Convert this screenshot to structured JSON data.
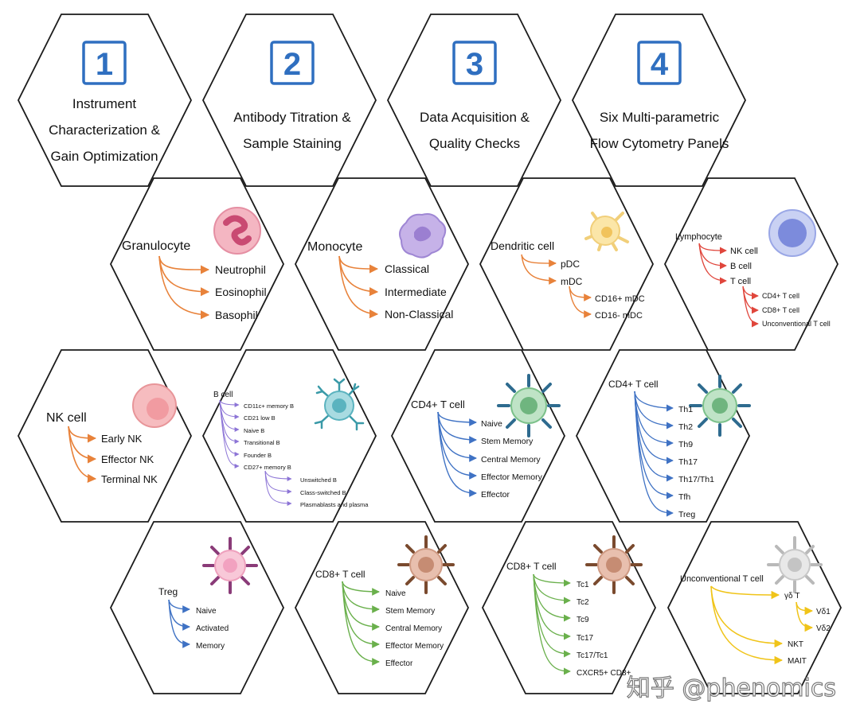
{
  "steps": [
    {
      "number": "1",
      "lines": [
        "Instrument",
        "Characterization &",
        "Gain Optimization"
      ]
    },
    {
      "number": "2",
      "lines": [
        "Antibody Titration &",
        "Sample Staining"
      ]
    },
    {
      "number": "3",
      "lines": [
        "Data Acquisition &",
        "Quality Checks"
      ]
    },
    {
      "number": "4",
      "lines": [
        "Six Multi-parametric",
        "Flow Cytometry Panels"
      ]
    }
  ],
  "panels": [
    {
      "id": "granulocyte",
      "color": "#e8823a",
      "title": "Granulocyte",
      "icon": "neutrophil-cell-icon",
      "level1": [
        "Neutrophil",
        "Eosinophil",
        "Basophil"
      ]
    },
    {
      "id": "monocyte",
      "color": "#e8823a",
      "title": "Monocyte",
      "icon": "monocyte-cell-icon",
      "level1": [
        "Classical",
        "Intermediate",
        "Non-Classical"
      ]
    },
    {
      "id": "dendritic",
      "color": "#e8823a",
      "title": "Dendritic cell",
      "icon": "dendritic-cell-icon",
      "level1": [
        "pDC",
        "mDC"
      ],
      "level2": [
        "CD16+ mDC",
        "CD16- mDC"
      ]
    },
    {
      "id": "lymphocyte",
      "color": "#e0463c",
      "title": "Lymphocyte",
      "icon": "lymphocyte-cell-icon",
      "level1": [
        "NK cell",
        "B cell",
        "T cell"
      ],
      "level2": [
        "CD4+ T cell",
        "CD8+ T cell",
        "Unconventional T cell"
      ]
    },
    {
      "id": "nk",
      "color": "#e8823a",
      "title": "NK cell",
      "icon": "nk-cell-icon",
      "level1": [
        "Early NK",
        "Effector NK",
        "Terminal NK"
      ]
    },
    {
      "id": "bcell",
      "color": "#8c74d6",
      "title": "B cell",
      "icon": "b-cell-icon",
      "level1": [
        "CD11c+ memory B",
        "CD21 low B",
        "Naive B",
        "Transitional B",
        "Founder B",
        "CD27+ memory B"
      ],
      "level2": [
        "Unswitched B",
        "Class-switched B",
        "Plasmablasts and plasma"
      ]
    },
    {
      "id": "cd4-memory",
      "color": "#3f72c4",
      "title": "CD4+ T cell",
      "icon": "cd4-t-cell-icon",
      "level1": [
        "Naive",
        "Stem Memory",
        "Central Memory",
        "Effector Memory",
        "Effector"
      ]
    },
    {
      "id": "cd4-helper",
      "color": "#3f72c4",
      "title": "CD4+ T cell",
      "icon": "cd4-t-cell-icon",
      "level1": [
        "Th1",
        "Th2",
        "Th9",
        "Th17",
        "Th17/Th1",
        "Tfh",
        "Treg"
      ]
    },
    {
      "id": "treg",
      "color": "#3f72c4",
      "title": "Treg",
      "icon": "treg-cell-icon",
      "level1": [
        "Naive",
        "Activated",
        "Memory"
      ]
    },
    {
      "id": "cd8-memory",
      "color": "#6ab04c",
      "title": "CD8+ T cell",
      "icon": "cd8-t-cell-icon",
      "level1": [
        "Naive",
        "Stem Memory",
        "Central Memory",
        "Effector Memory",
        "Effector"
      ]
    },
    {
      "id": "cd8-cytotoxic",
      "color": "#6ab04c",
      "title": "CD8+ T cell",
      "icon": "cd8-t-cell-icon",
      "level1": [
        "Tc1",
        "Tc2",
        "Tc9",
        "Tc17",
        "Tc17/Tc1",
        "CXCR5+ CD8+"
      ]
    },
    {
      "id": "unconventional",
      "color": "#f0c419",
      "title": "Unconventional T cell",
      "icon": "unconventional-t-cell-icon",
      "level1": [
        "γδ T",
        "NKT",
        "MAIT"
      ],
      "level2": [
        "Vδ1",
        "Vδ2"
      ]
    }
  ],
  "watermark": "知乎 @phenomics",
  "colors": {
    "outline": "#1a1a1a",
    "step_blue": "#2f6fc0",
    "orange": "#e8823a",
    "red": "#e0463c",
    "purple": "#8c74d6",
    "blue": "#3f72c4",
    "green": "#6ab04c",
    "yellow": "#f0c419"
  }
}
